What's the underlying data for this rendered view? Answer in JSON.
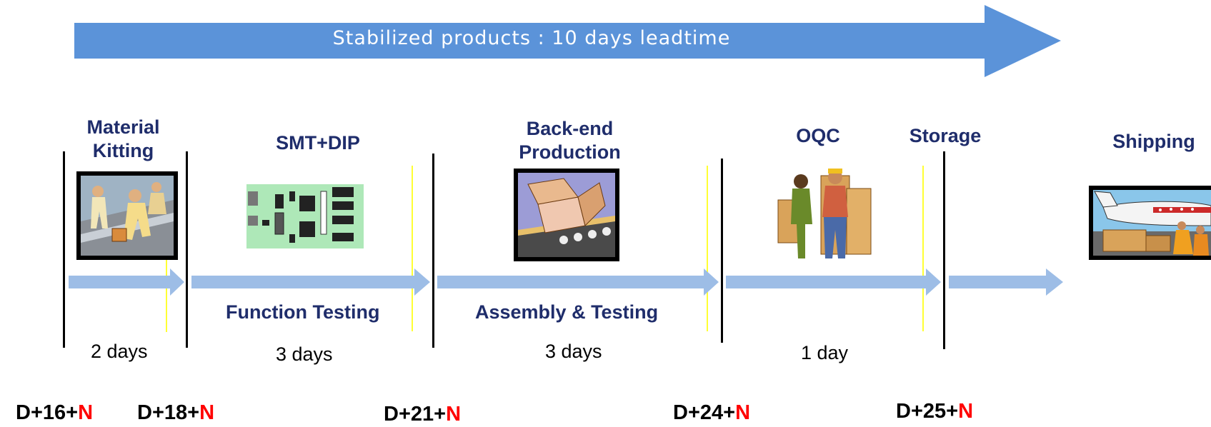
{
  "banner": {
    "text": "Stabilized products : 10 days leadtime"
  },
  "stages": {
    "kitting": {
      "line1": "Material",
      "line2": "Kitting"
    },
    "smt": {
      "line1": "SMT+DIP"
    },
    "backend": {
      "line1": "Back-end",
      "line2": "Production"
    },
    "oqc": {
      "line1": "OQC"
    },
    "storage": {
      "line1": "Storage"
    },
    "shipping": {
      "line1": "Shipping"
    }
  },
  "testing": {
    "function": "Function Testing",
    "assembly": "Assembly & Testing"
  },
  "durations": {
    "kitting": "2 days",
    "smt": "3 days",
    "backend": "3 days",
    "oqc": "1 day"
  },
  "dates": [
    {
      "prefix": "D+16+",
      "suffix": "N"
    },
    {
      "prefix": "D+18+",
      "suffix": "N"
    },
    {
      "prefix": "D+21+",
      "suffix": "N"
    },
    {
      "prefix": "D+24+",
      "suffix": "N"
    },
    {
      "prefix": "D+25+",
      "suffix": "N"
    }
  ],
  "colors": {
    "banner": "#5b93d9",
    "flow_arrow": "#9dbde6",
    "heading": "#1f2d6b",
    "date_suffix": "#ff0000"
  },
  "icons": [
    "workers-kitting-icon",
    "circuit-board-icon",
    "conveyor-box-icon",
    "oqc-workers-icon",
    "airplane-cargo-icon"
  ]
}
